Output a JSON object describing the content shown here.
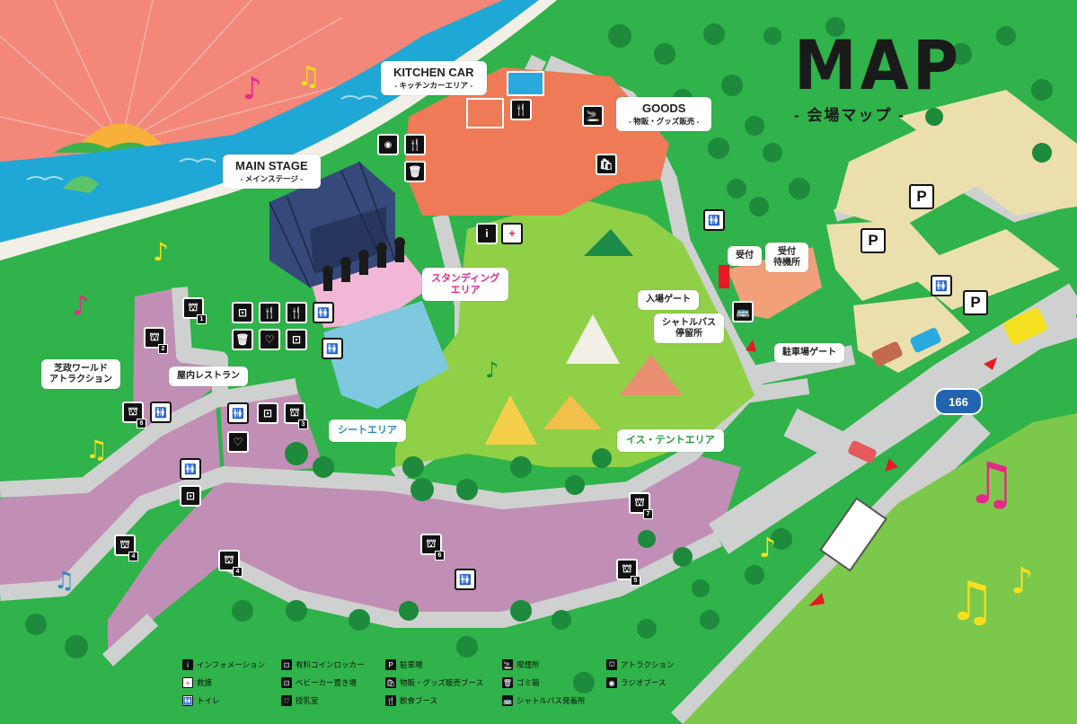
{
  "title": {
    "main": "MAP",
    "sub": "- 会場マップ -"
  },
  "colors": {
    "grass": "#2fb34a",
    "inner_field": "#8fd047",
    "path": "#cfd1d0",
    "forest_zone": "#c18fb5",
    "parking": "#ecdfae",
    "sea": "#1fa8d6",
    "sunset": "#f3877a",
    "food_area": "#ee7a57",
    "stage_area": "#f2b6d7",
    "sheet_area": "#7ec9e0",
    "reception": "#f1a07a"
  },
  "labels": {
    "kitchen_car": {
      "title": "KITCHEN CAR",
      "sub": "- キッチンカーエリア -"
    },
    "goods": {
      "title": "GOODS",
      "sub": "- 物販・グッズ販売 -"
    },
    "main_stage": {
      "title": "MAIN STAGE",
      "sub": "- メインステージ -"
    },
    "standing": "スタンディング\nエリア",
    "sheet": "シートエリア",
    "tent": "イス・テントエリア",
    "shibazaki": "芝政ワールド\nアトラクション",
    "indoor_restaurant": "屋内レストラン",
    "entrance_gate": "入場ゲート",
    "shuttle_stop": "シャトルバス\n停留所",
    "reception": "受付",
    "reception_wait": "受付\n待機所",
    "parking_gate": "駐車場ゲート"
  },
  "route": "166",
  "parking_sign": "P",
  "attraction_numbers": [
    "1",
    "2",
    "3",
    "4",
    "4",
    "5",
    "6",
    "7",
    "8"
  ],
  "icons": {
    "info": "i",
    "first_aid": "+",
    "toilet": "🚻",
    "locker": "⊡",
    "stroller": "⊡",
    "nursing": "♡",
    "parking": "P",
    "goods": "🛍",
    "food": "🍴",
    "smoking": "🚬",
    "trash": "🗑",
    "shuttle": "🚌",
    "attraction": "⛫",
    "radio": "◉"
  },
  "legend": [
    {
      "icon": "i",
      "label": "インフォメーション"
    },
    {
      "icon": "+",
      "label": "救護"
    },
    {
      "icon": "🚻",
      "label": "トイレ"
    },
    {
      "icon": "⊡",
      "label": "有料コインロッカー"
    },
    {
      "icon": "⊡",
      "label": "ベビーカー置き場"
    },
    {
      "icon": "♡",
      "label": "授乳室"
    },
    {
      "icon": "P",
      "label": "駐車場"
    },
    {
      "icon": "🛍",
      "label": "物販・グッズ販売ブース"
    },
    {
      "icon": "🍴",
      "label": "飲食ブース"
    },
    {
      "icon": "🚬",
      "label": "喫煙所"
    },
    {
      "icon": "🗑",
      "label": "ゴミ箱"
    },
    {
      "icon": "🚌",
      "label": "シャトルバス発着所"
    },
    {
      "icon": "⛫",
      "label": "アトラクション"
    },
    {
      "icon": "◉",
      "label": "ラジオブース"
    }
  ]
}
